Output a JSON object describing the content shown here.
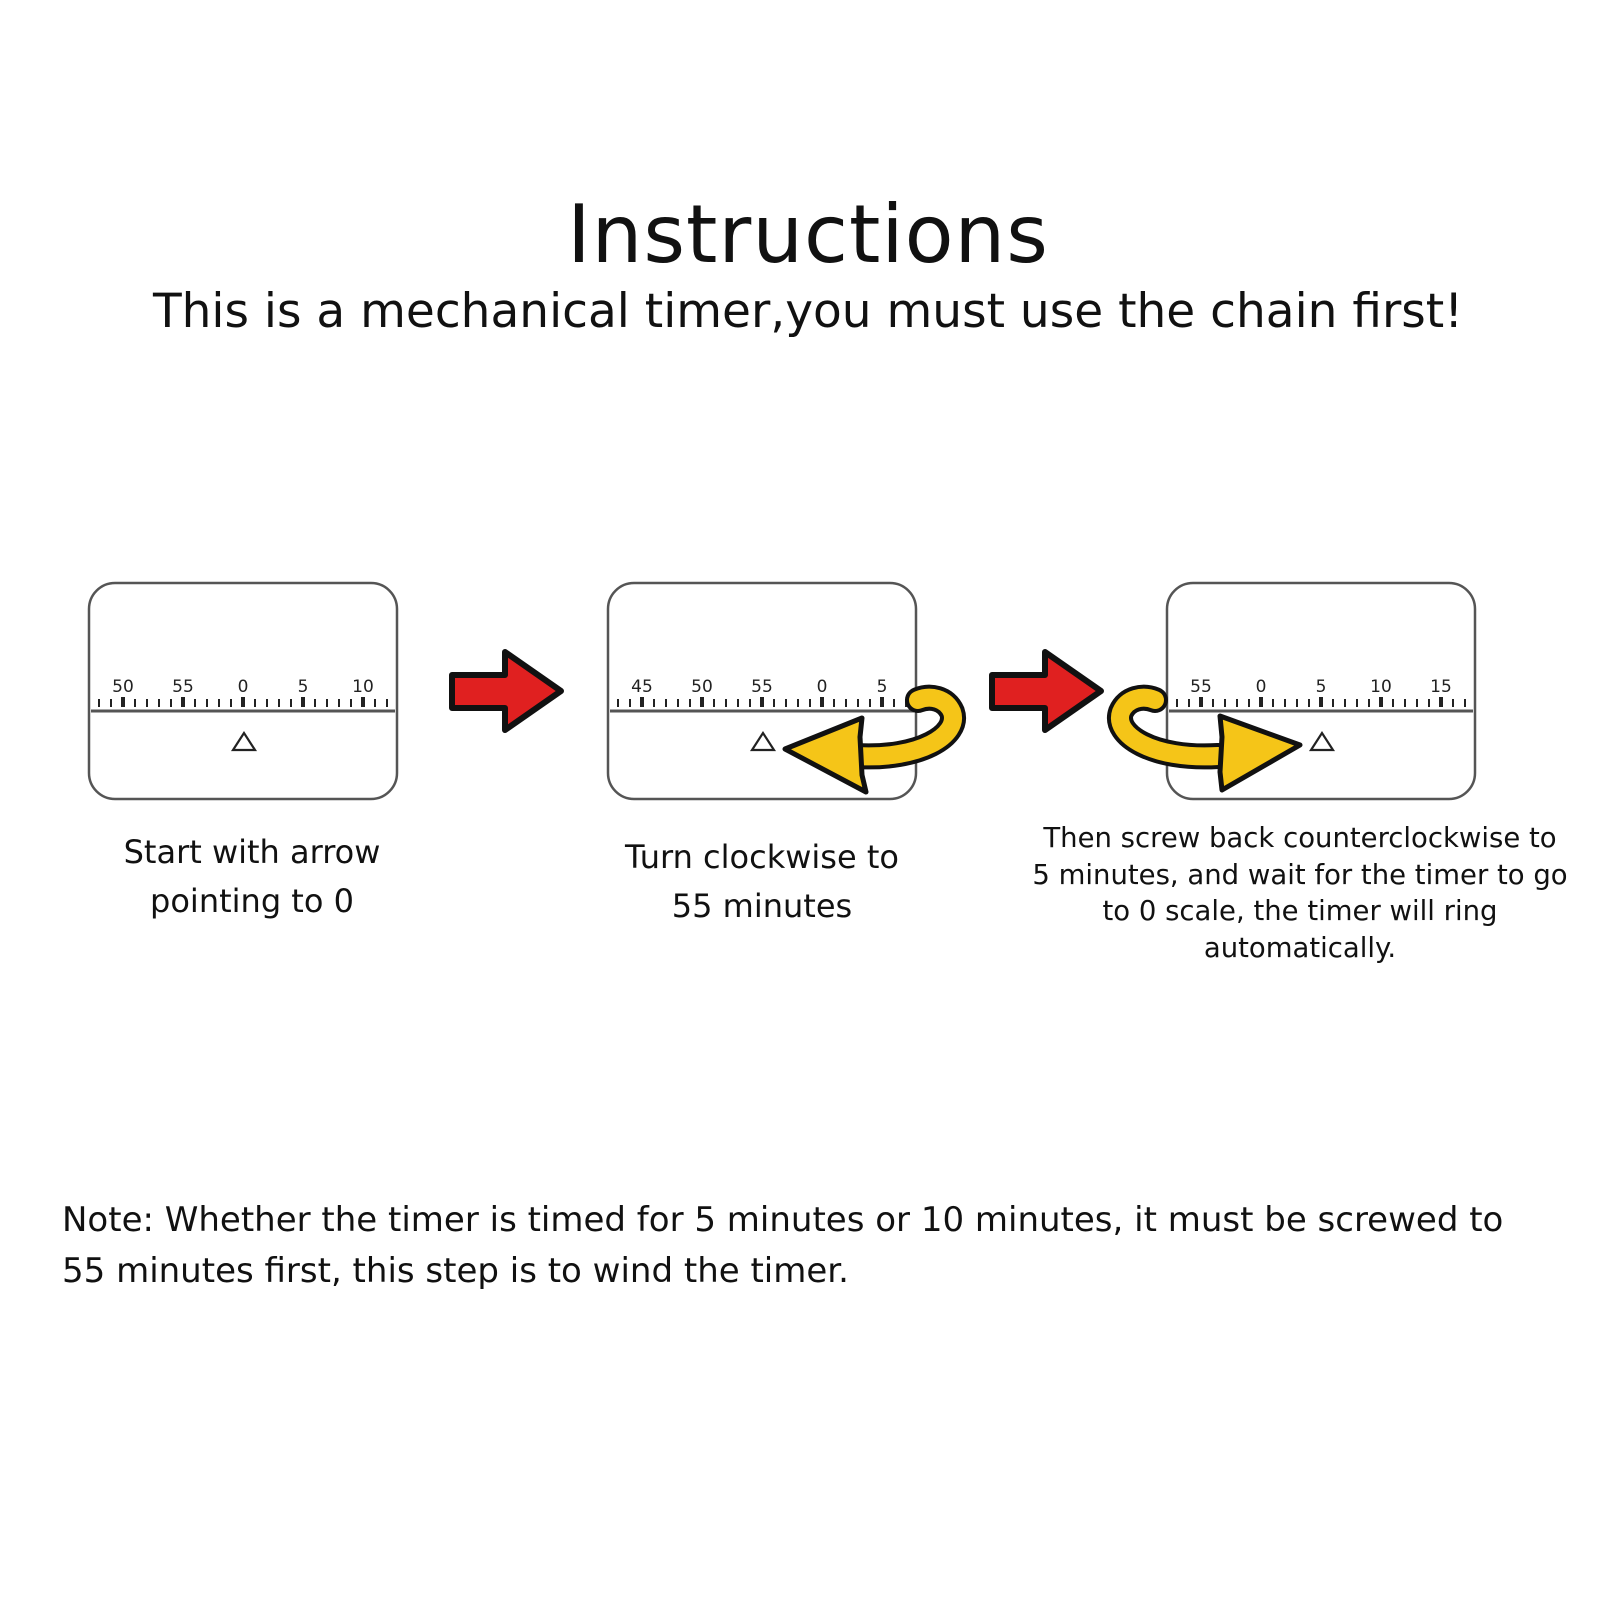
{
  "title": "Instructions",
  "subtitle": "This is a mechanical timer,you must use the chain first!",
  "steps": [
    {
      "dial_labels": [
        "50",
        "55",
        "0",
        "5",
        "10"
      ],
      "caption_lines": [
        "Start with arrow",
        "pointing to 0"
      ],
      "rotation_arrow": "none"
    },
    {
      "dial_labels": [
        "45",
        "50",
        "55",
        "0",
        "5"
      ],
      "caption_lines": [
        "Turn clockwise to",
        "55 minutes"
      ],
      "rotation_arrow": "clockwise"
    },
    {
      "dial_labels": [
        "55",
        "0",
        "5",
        "10",
        "15"
      ],
      "caption_lines": [
        "Then screw back counterclockwise to",
        "5 minutes, and wait for the timer to go",
        "to 0 scale, the timer will ring",
        "automatically."
      ],
      "rotation_arrow": "counterclockwise"
    }
  ],
  "note_lines": [
    "Note: Whether the timer is timed for 5 minutes or 10 minutes, it must be screwed to",
    "55 minutes first, this step is to wind the timer."
  ],
  "colors": {
    "next_arrow": "#e02020",
    "rotate_arrow": "#f5c518",
    "outline": "#111111"
  }
}
